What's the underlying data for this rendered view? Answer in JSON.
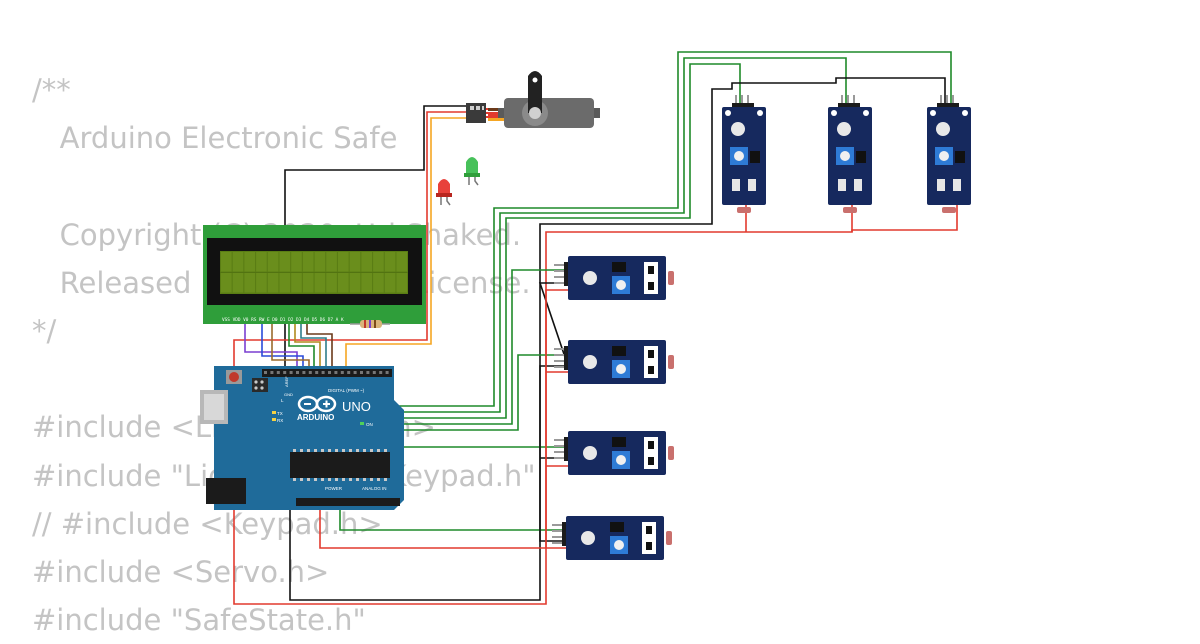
{
  "code_lines": [
    "/**",
    "   Arduino Electronic Safe",
    "",
    "   Copyright (C) 2020, Uri Shaked.",
    "   Released under the MIT License.",
    "*/",
    "",
    "#include <LiquidCrystal.h>",
    "#include \"LiquidCrystal_Keypad.h\"",
    "// #include <Keypad.h>",
    "#include <Servo.h>",
    "#include \"SafeState.h\""
  ],
  "arduino": {
    "brand": "ARDUINO",
    "model": "UNO",
    "digital_label": "DIGITAL (PWM ~)",
    "analog_label": "ANALOG IN",
    "power_label": "POWER",
    "pin_aref": "AREF",
    "pin_gnd": "GND",
    "pin_tx": "TX",
    "pin_rx": "RX",
    "pin_l": "L",
    "pin_on": "ON"
  },
  "lcd": {
    "pins_label": "VSS VDD V0 RS RW E D0 D1 D2 D3 D4 D5 D6 D7 A K"
  },
  "colors": {
    "board": "#1f6b9a",
    "board_dark": "#17587f",
    "lcd_pcb": "#2f9e3a",
    "lcd_screen": "#5a7d14",
    "sensor_pcb": "#16295e",
    "wire_red": "#e23a2e",
    "wire_black": "#111111",
    "wire_green": "#1f8a2a",
    "wire_orange": "#f5a623",
    "servo_body": "#6b6b6b"
  },
  "icons": {
    "servo": "servo-motor-icon",
    "led_red": "red-led-icon",
    "led_green": "green-led-icon",
    "resistor": "resistor-icon",
    "sensor": "photoresistor-module-icon"
  }
}
